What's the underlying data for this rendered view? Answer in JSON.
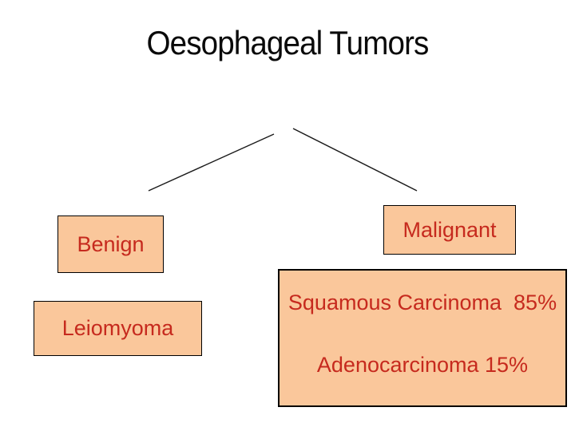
{
  "slide": {
    "title": "Oesophageal Tumors",
    "nodes": {
      "benign": {
        "label": "Benign"
      },
      "malignant": {
        "label": "Malignant"
      },
      "leiomyoma": {
        "label": "Leiomyoma"
      },
      "malignant_types": {
        "squamous": "Squamous Carcinoma  85%",
        "adeno": "Adenocarcinoma 15%"
      }
    },
    "colors": {
      "box_fill": "#FAC79B",
      "box_border": "#000000",
      "label_red": "#C62A1E",
      "title_black": "#0A0A0A",
      "connector_black": "#1A1A1A"
    }
  }
}
